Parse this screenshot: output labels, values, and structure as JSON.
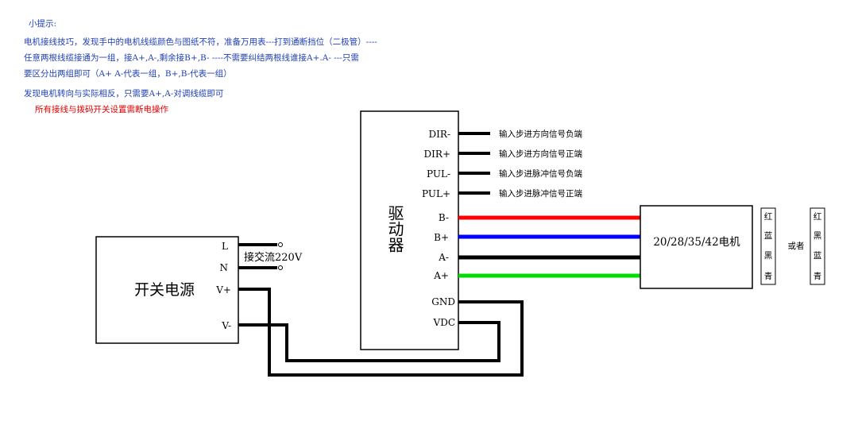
{
  "tips": {
    "heading": "小提示:",
    "line1": "电机接线技巧，发现手中的电机线缆颜色与图纸不符，准备万用表---打到通断挡位（二极管）----",
    "line2": "任意两根线缆接通为一组，接A+,A-,剩余接B+,B-   ----不需要纠结两根线谁接A+.A- ---只需",
    "line3": "要区分出两组即可（A+ A-代表一组，B+,B-代表一组）",
    "line4": "发现电机转向与实际相反，只需要A+,A-对调线缆即可",
    "warning": "所有接线与拨码开关设置需断电操作"
  },
  "driver": {
    "title": "驱动器",
    "pins": {
      "dir_minus": "DIR-",
      "dir_plus": "DIR+",
      "pul_minus": "PUL-",
      "pul_plus": "PUL+",
      "b_minus": "B-",
      "b_plus": "B+",
      "a_minus": "A-",
      "a_plus": "A+",
      "gnd": "GND",
      "vdc": "VDC"
    },
    "signal_notes": {
      "dir_minus": "输入步进方向信号负端",
      "dir_plus": "输入步进方向信号正端",
      "pul_minus": "输入步进脉冲信号负端",
      "pul_plus": "输入步进脉冲信号正端"
    }
  },
  "power_supply": {
    "title": "开关电源",
    "pins": {
      "l": "L",
      "n": "N",
      "v_plus": "V+",
      "v_minus": "V-"
    },
    "ac_label": "接交流220V"
  },
  "motor": {
    "title": "20/28/35/42电机",
    "color_order_1": [
      "红",
      "蓝",
      "黑",
      "青"
    ],
    "or_label": "或者",
    "color_order_2": [
      "红",
      "黑",
      "蓝",
      "青"
    ]
  },
  "colors": {
    "wire_b_minus": "#ff0000",
    "wire_b_plus": "#0000ff",
    "wire_a_minus": "#000000",
    "wire_a_plus": "#00dd00",
    "tip_text": "#1f3fb4",
    "warning_text": "#e00000"
  }
}
